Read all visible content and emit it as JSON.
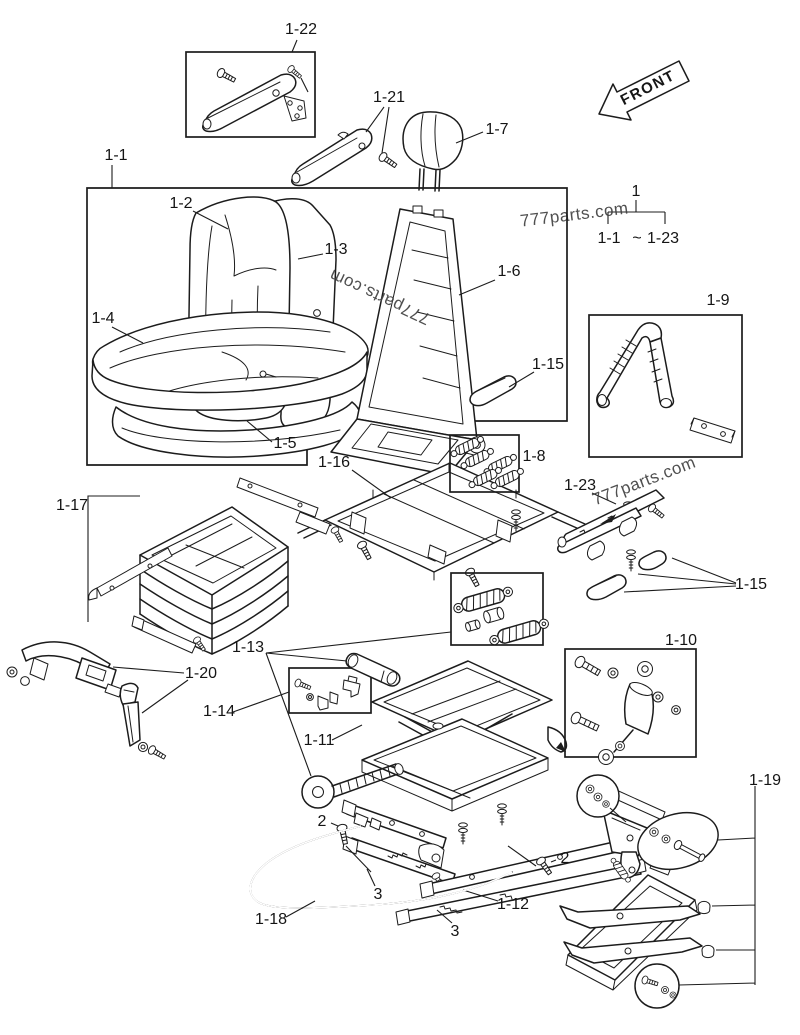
{
  "page": {
    "background": "#ffffff",
    "line_color": "#1c1c1c"
  },
  "watermark": {
    "text": "777parts.com"
  },
  "front_arrow": {
    "label": "FRONT"
  },
  "assembly_ref": {
    "number": "1",
    "from": "1-1",
    "tilde": "~",
    "to": "1-23"
  },
  "labels": {
    "armrest_kit_box": "1-22",
    "armrest": "1-21",
    "headrest": "1-7",
    "seat_assembly": "1-1",
    "backrest_cushion": "1-2",
    "backrest_shell": "1-3",
    "seat_cushion": "1-4",
    "lower_cushion": "1-5",
    "seat_frame": "1-6",
    "knob_pad": "1-15",
    "belt_guide_box": "1-9",
    "suspension_frame": "1-16",
    "spring_kit_box": "1-8",
    "ratchet_rail": "1-23",
    "pad_kit": "1-15",
    "bellows_assembly": "1-17",
    "seat_belt": "1-20",
    "hardware_kit_box": "1-14",
    "spring_kit": "1-13",
    "scissor_frame": "1-11",
    "damper_kit_box": "1-10",
    "mount_bracket_group": "1-19",
    "wire_rod": "1-18",
    "slide_rail": "1-12",
    "screw_left": "2",
    "screw_right": "2",
    "rail_upper": "3",
    "rail_lower": "3"
  }
}
